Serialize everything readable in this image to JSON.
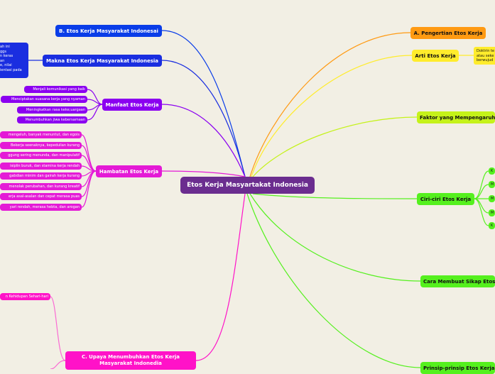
{
  "central": "Etos Kerja Masyartakat Indonesia",
  "nodes": {
    "b": "B. Etos Kerja Masyarakat Indonesai",
    "makna": "Makna Etos Kerja Masyarakat Indonesia",
    "makna_note": "ah ini\nggs\nn keras\nan\ne, nilai\nientasi pada",
    "manfaat": "Manfaat Etos Kerja",
    "manfaat_items": [
      "Menjali komunikasi yang baik",
      "Menciptakan suasana kerja yang nyaman",
      "Meningkatkan rasa keke;uargaan",
      "Menumbuhkan jiwa kebersamaan"
    ],
    "hambatan": "Hambatan Etos Kerja",
    "hambatan_items": [
      "mengeluh, banyak menuntut, dan egois",
      "Bekerja seenaknya, kepedulian kurang",
      "ggung sering menunda, dan manipulatif",
      "isiplin buruk, dan stamina kerja rendah",
      "gabdian minim dan gairah kerja kurang",
      "menolak perubahan, dan kurang kreatif",
      "erja asal-asalan dan cepat merasa puas",
      "yari rendah, merasa hebta, dan arogan"
    ],
    "c": "C. Upaya Menumbuhkan Etos Kerja Masyarakat Indonedia",
    "c_item": "n Kehidupan Sehari-hari",
    "a": "A. Pengertian Etos Kerja",
    "arti": "Arti Etos Kerja",
    "arti_note": "Doktrin te\natau seke\nberwujud",
    "faktor": "Faktor yang Mempengaruh",
    "ciri": "Ciri-ciri Etos Kerja",
    "ciri_items": [
      "K",
      "M",
      "M",
      "M",
      "K"
    ],
    "cara": "Cara Membuat Sikap Etos",
    "prinsip": "Prinsip-prinsip Etos Kerja"
  },
  "colors": {
    "central": "#6b2d8f",
    "blue": "#0a3de8",
    "violet": "#8b00f0",
    "magenta": "#e41ad6",
    "orange": "#ff9a12",
    "yellow": "#ffec2c",
    "lime": "#c5f21a",
    "green": "#55f01e"
  }
}
